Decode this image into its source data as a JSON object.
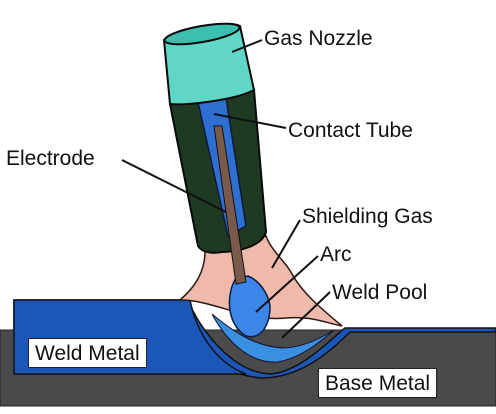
{
  "labels": {
    "gas_nozzle": "Gas Nozzle",
    "contact_tube": "Contact Tube",
    "electrode": "Electrode",
    "shielding_gas": "Shielding Gas",
    "arc": "Arc",
    "weld_pool": "Weld Pool",
    "weld_metal": "Weld Metal",
    "base_metal": "Base Metal"
  },
  "colors": {
    "nozzle_top": "#5fd6c6",
    "nozzle_body": "#1f3a22",
    "contact_tube": "#2f6fd1",
    "electrode": "#7a5a4a",
    "shielding_gas": "#efb9ab",
    "arc": "#3b86e8",
    "weld_pool": "#3a8fe0",
    "weld_metal": "#1c56b8",
    "base_metal": "#4a4a4a"
  }
}
